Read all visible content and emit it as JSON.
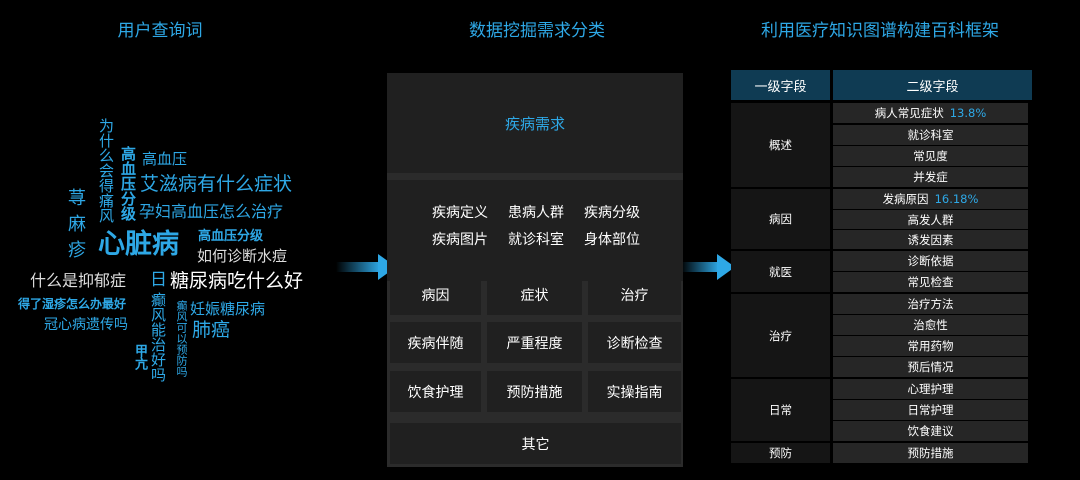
{
  "titles": {
    "query_words": "用户查询词",
    "mining": "数据挖掘需求分类",
    "kg": "利用医疗知识图谱构建百科框架"
  },
  "word_cloud": [
    {
      "text": "为什么会得痛风"
    },
    {
      "text": "高血压分级"
    },
    {
      "text": "高血压"
    },
    {
      "text": "艾滋病有什么症状"
    },
    {
      "text": "孕妇高血压怎么治疗"
    },
    {
      "text": "荨"
    },
    {
      "text": "麻"
    },
    {
      "text": "疹"
    },
    {
      "text": "心脏病"
    },
    {
      "text": "高血压分级"
    },
    {
      "text": "如何诊断水痘"
    },
    {
      "text": "什么是抑郁症"
    },
    {
      "text": "日"
    },
    {
      "text": "糖尿病吃什么好"
    },
    {
      "text": "得了湿疹怎么办最好"
    },
    {
      "text": "癫风能治好吗"
    },
    {
      "text": "妊娠糖尿病"
    },
    {
      "text": "冠心病遗传吗"
    },
    {
      "text": "肺癌"
    },
    {
      "text": "癫风可以预防吗"
    },
    {
      "text": "甲亢"
    }
  ],
  "mining": {
    "top": "疾病需求",
    "sub_row1": [
      "疾病定义",
      "患病人群",
      "疾病分级"
    ],
    "sub_row2": [
      "疾病图片",
      "就诊科室",
      "身体部位"
    ],
    "grid": [
      [
        "病因",
        "症状",
        "治疗"
      ],
      [
        "疾病伴随",
        "严重程度",
        "诊断检查"
      ],
      [
        "饮食护理",
        "预防措施",
        "实操指南"
      ]
    ],
    "other": "其它"
  },
  "table": {
    "header": [
      "一级字段",
      "二级字段"
    ],
    "groups": [
      {
        "label": "概述",
        "items": [
          {
            "text": "病人常见症状",
            "pct": "13.8%"
          },
          {
            "text": "就诊科室"
          },
          {
            "text": "常见度"
          },
          {
            "text": "并发症"
          }
        ]
      },
      {
        "label": "病因",
        "items": [
          {
            "text": "发病原因",
            "pct": "16.18%"
          },
          {
            "text": "高发人群"
          },
          {
            "text": "诱发因素"
          }
        ]
      },
      {
        "label": "就医",
        "items": [
          {
            "text": "诊断依据"
          },
          {
            "text": "常见检查"
          }
        ]
      },
      {
        "label": "治疗",
        "items": [
          {
            "text": "治疗方法"
          },
          {
            "text": "治愈性"
          },
          {
            "text": "常用药物"
          },
          {
            "text": "预后情况"
          }
        ]
      },
      {
        "label": "日常",
        "items": [
          {
            "text": "心理护理"
          },
          {
            "text": "日常护理"
          },
          {
            "text": "饮食建议"
          }
        ]
      },
      {
        "label": "预防",
        "items": [
          {
            "text": "预防措施"
          }
        ]
      }
    ]
  },
  "colors": {
    "accent": "#2ea8e6",
    "background": "#000000",
    "header_bg": "#0f3b53"
  }
}
